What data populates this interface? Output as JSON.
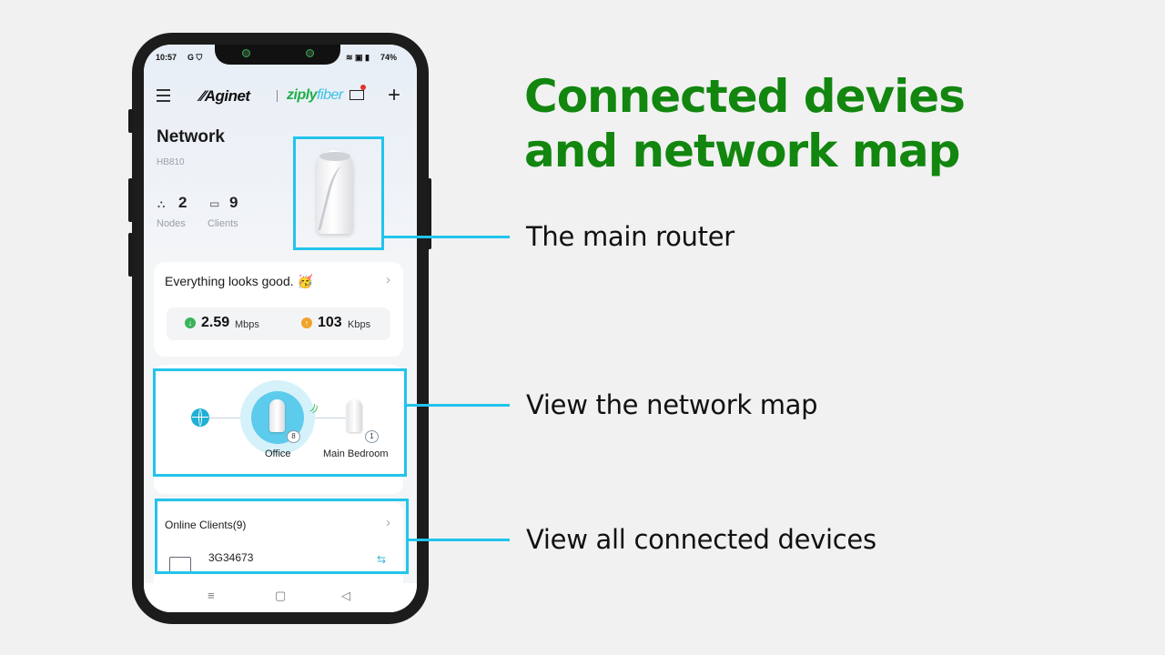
{
  "slide": {
    "heading_line1": "Connected devies",
    "heading_line2": "and network map",
    "callouts": [
      "The main router",
      "View the network map",
      "View all connected devices"
    ],
    "highlight_color": "#22c4ec",
    "heading_color": "#12860f"
  },
  "phone": {
    "status": {
      "time": "10:57",
      "carrier_icons": "G ⛉",
      "battery": "74%"
    },
    "appbar": {
      "menu_icon": "hamburger-icon",
      "brand_left": "Aginet",
      "brand_right_a": "ziply",
      "brand_right_b": "fiber",
      "mail_icon": "mail-icon",
      "add_label": "+"
    },
    "network": {
      "title": "Network",
      "model": "HB810",
      "nodes_count": "2",
      "nodes_label": "Nodes",
      "clients_count": "9",
      "clients_label": "Clients"
    },
    "status_card": {
      "message": "Everything looks good.",
      "emoji": "🥳",
      "download_value": "2.59",
      "download_unit": "Mbps",
      "upload_value": "103",
      "upload_unit": "Kbps"
    },
    "map": {
      "nodes": [
        {
          "label": "Office",
          "clients": "8"
        },
        {
          "label": "Main Bedroom",
          "clients": "1"
        }
      ]
    },
    "clients_card": {
      "title": "Online Clients(9)",
      "first_client": "3G34673"
    },
    "navbar": {
      "recent": "≡",
      "home": "▢",
      "back": "◁"
    }
  }
}
